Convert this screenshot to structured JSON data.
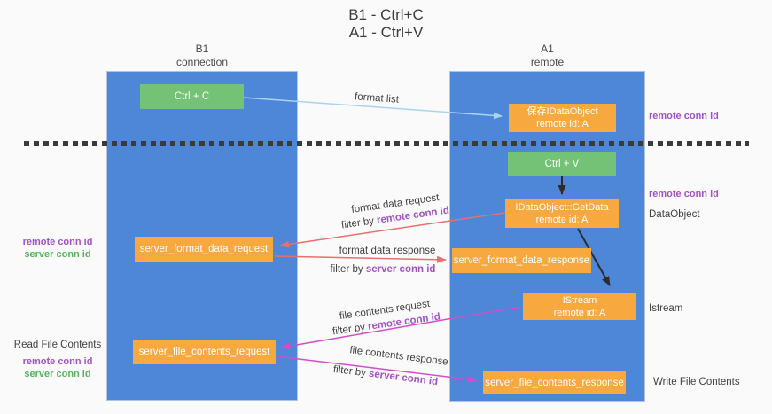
{
  "title": {
    "line1": "B1 - Ctrl+C",
    "line2": "A1 - Ctrl+V"
  },
  "lanes": {
    "left": {
      "name": "B1",
      "role": "connection"
    },
    "right": {
      "name": "A1",
      "role": "remote"
    }
  },
  "boxes": {
    "ctrl_c": {
      "label": "Ctrl + C"
    },
    "ctrl_v": {
      "label": "Ctrl + V"
    },
    "save_dataobject": {
      "line1": "保存IDataObject",
      "line2": "remote id: A"
    },
    "getdata": {
      "line1": "IDataObject::GetData",
      "line2": "remote id: A"
    },
    "istream": {
      "line1": "IStream",
      "line2": "remote id: A"
    },
    "format_request": {
      "label": "server_format_data_request"
    },
    "format_response": {
      "label": "server_format_data_response"
    },
    "file_request": {
      "label": "server_file_contents_request"
    },
    "file_response": {
      "label": "server_file_contents_response"
    }
  },
  "right_labels": {
    "remote_conn_top": "remote conn id",
    "remote_conn_mid": "remote conn id",
    "dataobject": "DataObject",
    "istream": "Istream",
    "write_file": "Write File Contents"
  },
  "left_labels": {
    "remote_conn": "remote conn id",
    "server_conn": "server conn id",
    "read_file": "Read File Contents",
    "remote_conn2": "remote conn id",
    "server_conn2": "server conn id"
  },
  "arrow_labels": {
    "format_list": "format list",
    "format_request": {
      "title": "format data request",
      "filter_prefix": "filter by ",
      "filter_key": "remote conn id"
    },
    "format_response": {
      "title": "format data response",
      "filter_prefix": "filter by ",
      "filter_key": "server conn id"
    },
    "file_request": {
      "title": "file contents request",
      "filter_prefix": "filter by ",
      "filter_key": "remote conn id"
    },
    "file_response": {
      "title": "file contents response",
      "filter_prefix": "filter by ",
      "filter_key": "server conn id"
    }
  },
  "colors": {
    "lane_blue": "#4e86d8",
    "box_green": "#74c276",
    "box_orange": "#f7a83e",
    "arrow_red": "#e5706e",
    "arrow_magenta": "#cf4fc9",
    "arrow_light_blue": "#a9d3ee",
    "arrow_black": "#2c2c2c",
    "text_purple": "#a352c6",
    "text_green": "#57b25e",
    "divider_dark": "#3a3a3a"
  }
}
